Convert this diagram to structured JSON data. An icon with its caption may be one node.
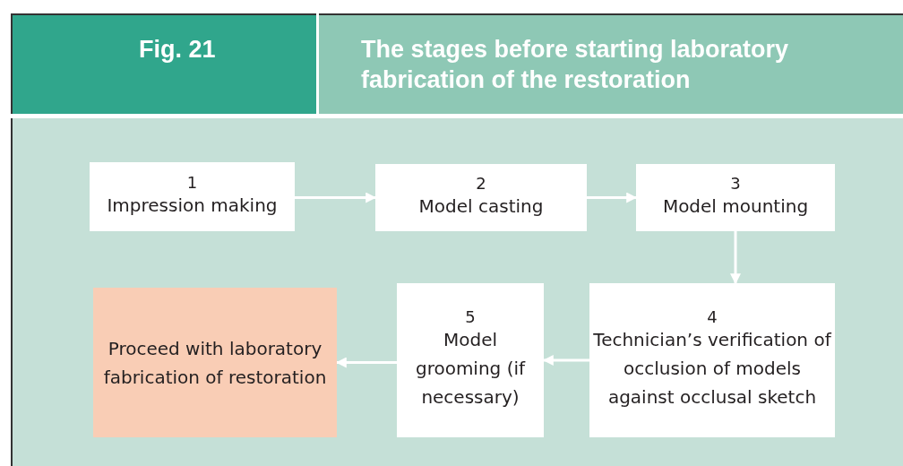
{
  "diagram": {
    "title": "The stages before starting laboratory fabrication of the restoration",
    "nodes": [
      {
        "text": [
          "1",
          "Impression making"
        ]
      },
      {
        "text": [
          "2",
          "Model casting"
        ]
      },
      {
        "text": [
          "3",
          "Model mounting"
        ]
      },
      {
        "text": [
          "4",
          "Technician’s verification of occlusion of models against occlusal sketch"
        ]
      },
      {
        "text": [
          "5",
          "Model grooming (if necessary)"
        ]
      },
      {
        "text": [
          "Proceed with laboratory fabrication of restoration"
        ]
      }
    ],
    "edges": [
      {
        "from": 0,
        "to": 1,
        "arrow": "to"
      },
      {
        "from": 1,
        "to": 2,
        "arrow": "to"
      },
      {
        "from": 2,
        "to": 3,
        "arrow": "to"
      },
      {
        "from": 3,
        "to": 4,
        "arrow": "to"
      },
      {
        "from": 4,
        "to": 5,
        "arrow": "to"
      }
    ],
    "labels": [
      "Fig. 21"
    ]
  }
}
